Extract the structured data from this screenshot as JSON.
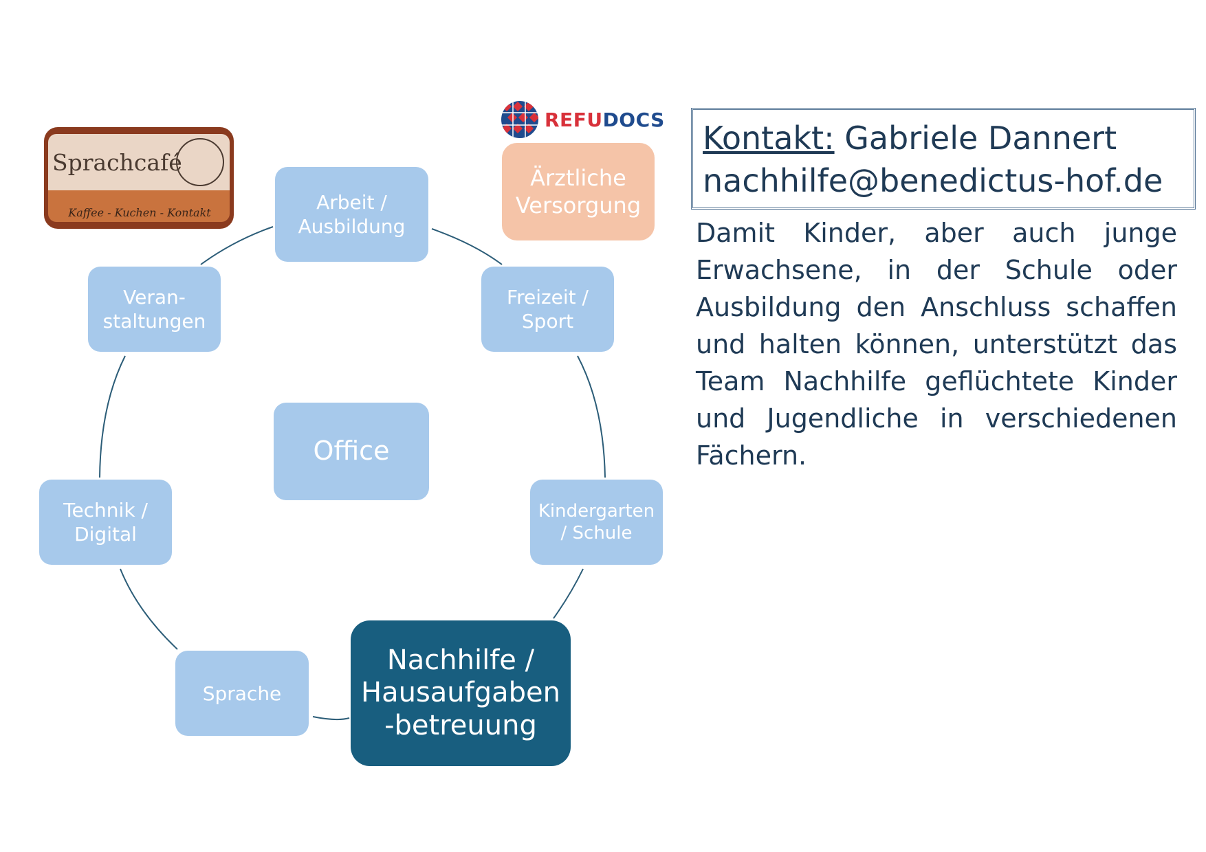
{
  "diagram": {
    "center": "Office",
    "nodes": [
      {
        "id": "arbeit",
        "label": "Arbeit /\nAusbildung"
      },
      {
        "id": "freizeit",
        "label": "Freizeit /\nSport"
      },
      {
        "id": "kindergarten",
        "label": "Kindergarten\n/ Schule"
      },
      {
        "id": "nachhilfe",
        "label": "Nachhilfe  /\nHausaufgaben\n-betreuung",
        "active": true
      },
      {
        "id": "sprache",
        "label": "Sprache"
      },
      {
        "id": "technik",
        "label": "Technik /\nDigital"
      },
      {
        "id": "veranstaltungen",
        "label": "Veran-\nstaltungen"
      }
    ],
    "medical": "Ärztliche\nVersorgung"
  },
  "logos": {
    "sprachcafe_title": "Sprachcafé",
    "sprachcafe_sub": "Kaffee - Kuchen - Kontakt",
    "refudocs_refu": "REFU",
    "refudocs_docs": "DOCS"
  },
  "contact": {
    "label": "Kontakt:",
    "name": "Gabriele Dannert",
    "email": "nachhilfe@benedictus-hof.de"
  },
  "description": "Damit Kinder, aber auch junge Erwachsene, in der Schule oder Ausbildung den Anschluss schaffen und halten können, unterstützt das Team Nachhilfe geflüchtete Kinder und Jugendliche in verschiedenen Fächern.",
  "colors": {
    "node": "#a7c9eb",
    "active": "#185e7f",
    "medical": "#f5c4a8",
    "ring": "#2c5d78",
    "text_dark": "#1f3a55"
  }
}
